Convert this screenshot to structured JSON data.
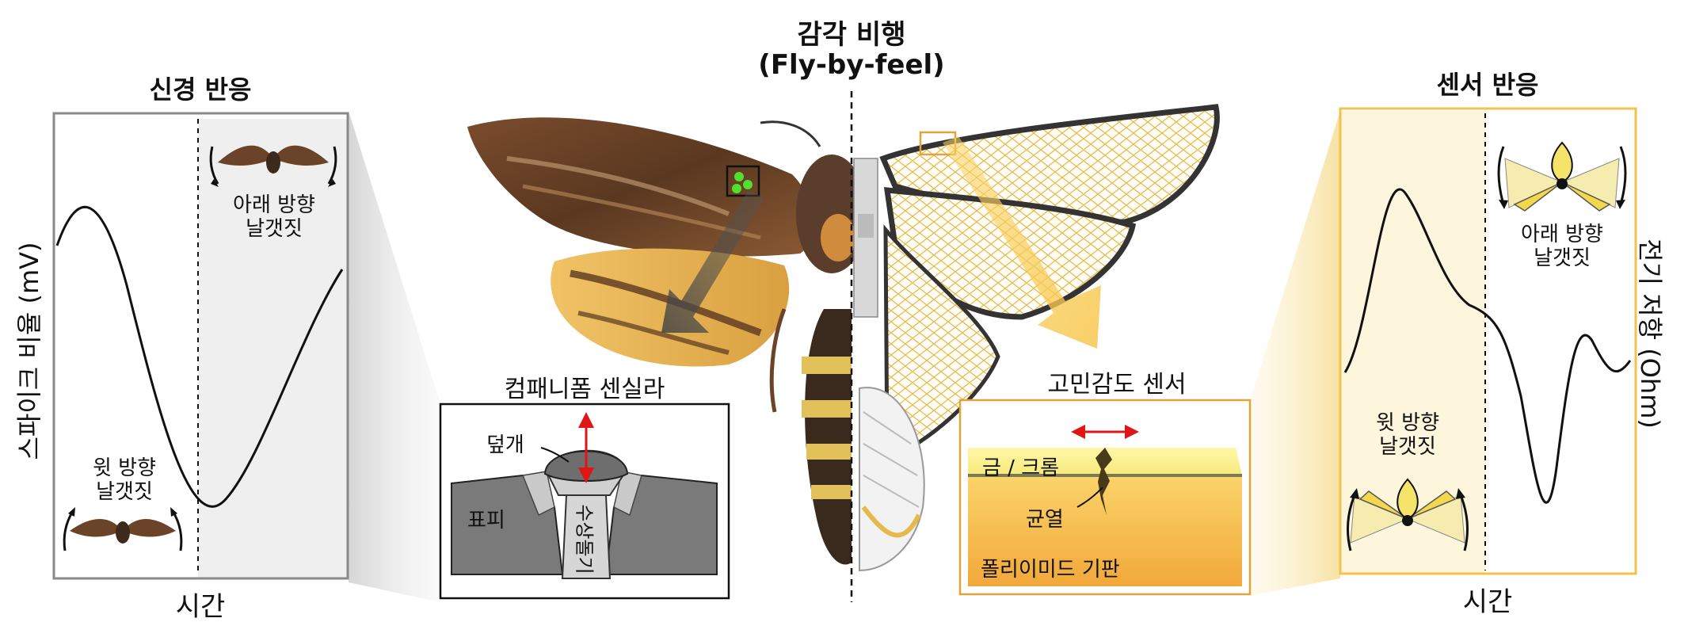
{
  "center": {
    "title_ko": "감각 비행",
    "title_en": "(Fly-by-feel)"
  },
  "left_panel": {
    "title": "신경 반응",
    "y_axis": "스파이크 비율 (mV)",
    "x_axis": "시간",
    "down_label": "아래 방향\n날갯짓",
    "up_label": "윗 방향\n날갯짓"
  },
  "right_panel": {
    "title": "센서 반응",
    "y_axis": "전기 저항 (Ohm)",
    "x_axis": "시간",
    "down_label": "아래 방향\n날갯짓",
    "up_label": "윗 방향\n날갯짓"
  },
  "sensilla_inset": {
    "title": "컴패니폼 센실라",
    "cap": "덮개",
    "cuticle": "표피",
    "dendrite": "수상돌기"
  },
  "sensor_inset": {
    "title": "고민감도 센서",
    "metal": "금 / 크롬",
    "crack": "균열",
    "substrate": "폴리이미드 기판"
  },
  "colors": {
    "left_frame": "#8a8a8a",
    "right_frame": "#f2c14e",
    "sensor_gold": "#f3b237",
    "moth_brown": "#6b4328",
    "moth_yellow": "#e7b24a"
  }
}
